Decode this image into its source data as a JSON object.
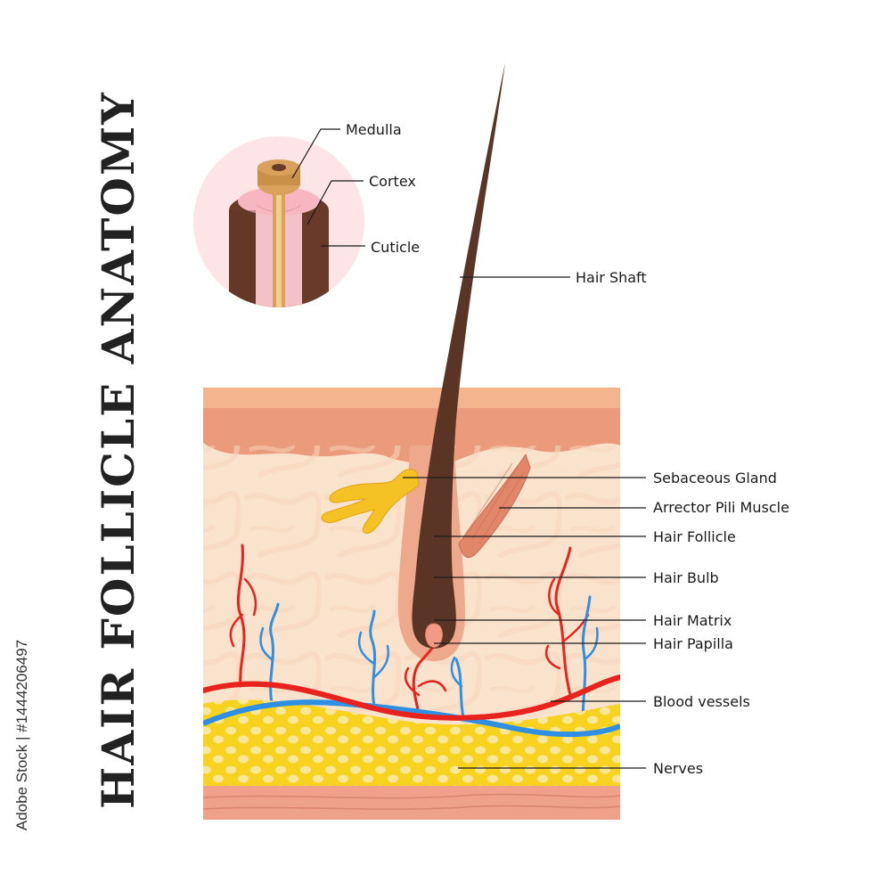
{
  "title": "HAIR FOLLICLE ANATOMY",
  "watermark_text": "Adobe Stock | #1444206497",
  "inset_labels": {
    "medulla": "Medulla",
    "cortex": "Cortex",
    "cuticle": "Cuticle"
  },
  "labels": {
    "hair_shaft": "Hair Shaft",
    "sebaceous_gland": "Sebaceous Gland",
    "arrector_pili_muscle": "Arrector Pili Muscle",
    "hair_follicle": "Hair Follicle",
    "hair_bulb": "Hair Bulb",
    "hair_matrix": "Hair Matrix",
    "hair_papilla": "Hair Papilla",
    "blood_vessels": "Blood vessels",
    "nerves": "Nerves"
  },
  "colors": {
    "hair": "#5a3424",
    "epidermis_top": "#f3b48e",
    "epidermis": "#ec9a7c",
    "dermis": "#fae3cc",
    "fat": "#f7d21e",
    "muscle": "#e8977c",
    "artery": "#e8231e",
    "vein": "#2e8fe3",
    "gland": "#f5c225"
  }
}
